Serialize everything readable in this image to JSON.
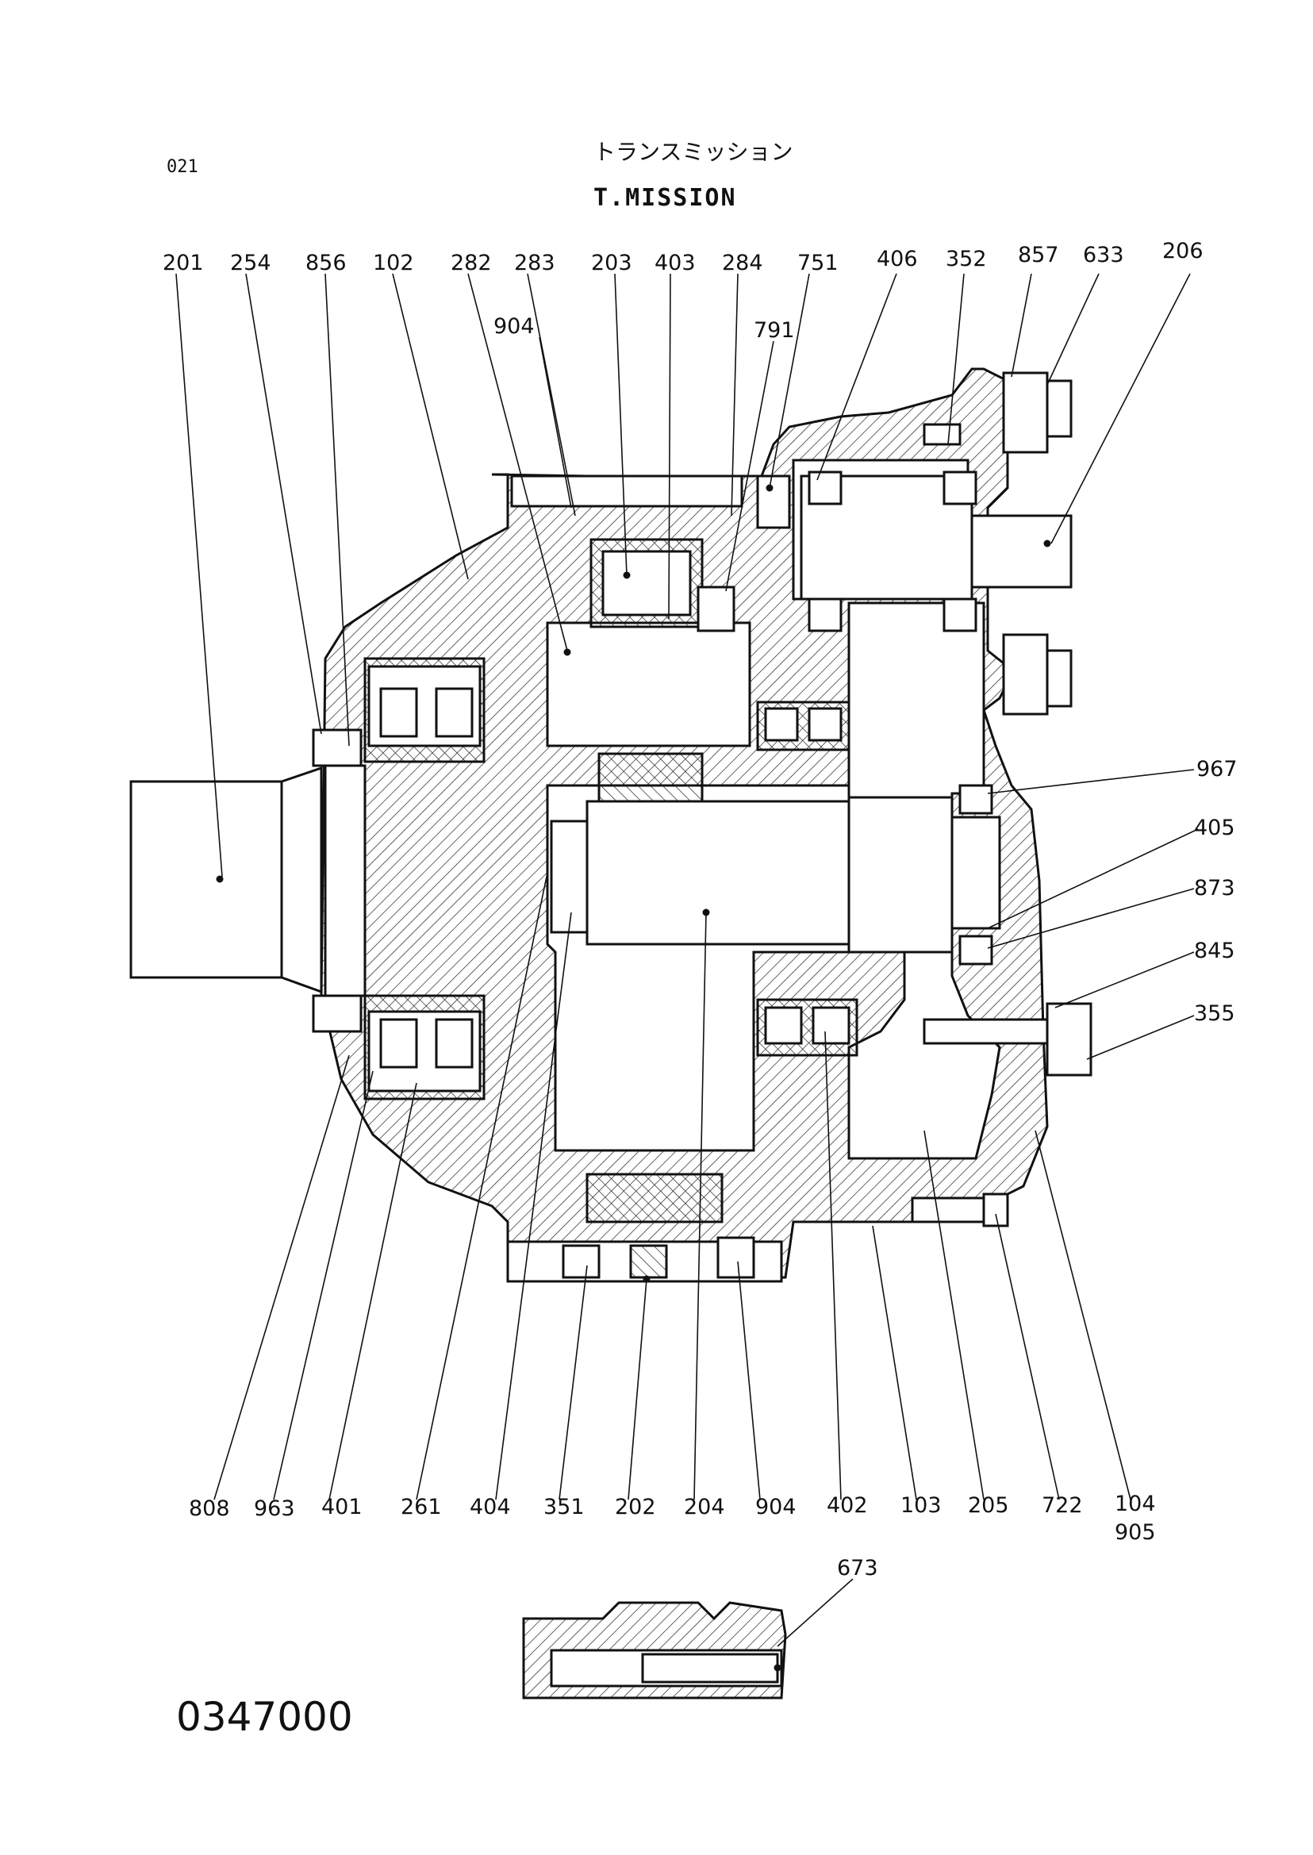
{
  "header": {
    "page_no": "021",
    "title_jp": "トランスミッション",
    "title_en": "T.MISSION"
  },
  "drawing_number": "0347000",
  "parts_top": [
    "201",
    "254",
    "856",
    "102",
    "282",
    "283",
    "203",
    "403",
    "284",
    "751",
    "406",
    "352",
    "857",
    "633",
    "206"
  ],
  "parts_top_inner": [
    "904",
    "791"
  ],
  "parts_right": [
    "967",
    "405",
    "873",
    "845",
    "355"
  ],
  "parts_bottom": [
    "808",
    "963",
    "401",
    "261",
    "404",
    "351",
    "202",
    "204",
    "904",
    "402",
    "103",
    "205",
    "722",
    "104",
    "905"
  ],
  "detail_part": "673"
}
